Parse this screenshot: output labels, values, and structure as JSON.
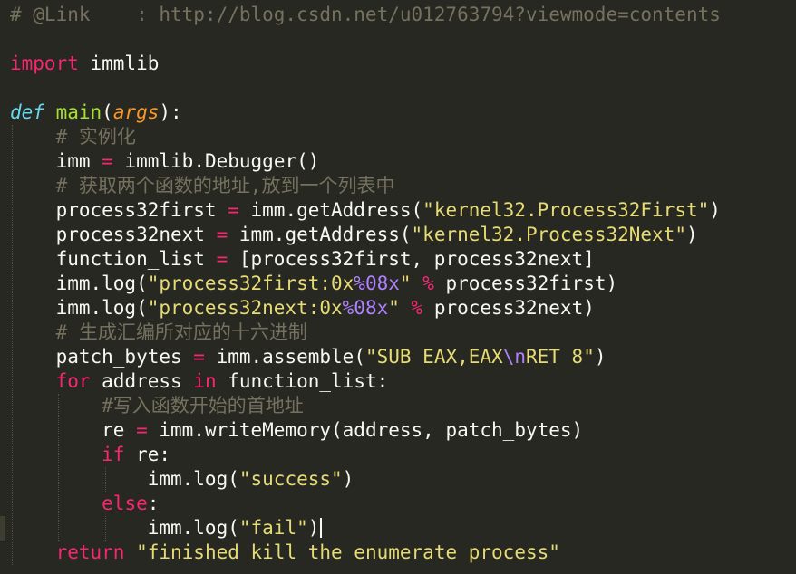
{
  "theme": {
    "background": "#272822",
    "foreground": "#f8f8f2",
    "comment": "#75715e",
    "keyword": "#f92672",
    "string": "#e6db74",
    "function": "#a6e22e",
    "storage": "#66d9ef",
    "param": "#fd971f",
    "constant": "#ae81ff"
  },
  "editor": {
    "lines": [
      [
        {
          "t": "# @Link    : http://blog.csdn.net/u012763794?viewmode=contents",
          "c": "comment"
        }
      ],
      [],
      [
        {
          "t": "import",
          "c": "keyword"
        },
        {
          "t": " immlib",
          "c": "plain"
        }
      ],
      [],
      [
        {
          "t": "def",
          "c": "storage"
        },
        {
          "t": " ",
          "c": "plain"
        },
        {
          "t": "main",
          "c": "function"
        },
        {
          "t": "(",
          "c": "plain"
        },
        {
          "t": "args",
          "c": "param"
        },
        {
          "t": "):",
          "c": "plain"
        }
      ],
      [
        {
          "t": "    # 实例化",
          "c": "comment"
        }
      ],
      [
        {
          "t": "    imm ",
          "c": "plain"
        },
        {
          "t": "=",
          "c": "keyword"
        },
        {
          "t": " immlib.Debugger()",
          "c": "plain"
        }
      ],
      [
        {
          "t": "    # 获取两个函数的地址,放到一个列表中",
          "c": "comment"
        }
      ],
      [
        {
          "t": "    process32first ",
          "c": "plain"
        },
        {
          "t": "=",
          "c": "keyword"
        },
        {
          "t": " imm.getAddress(",
          "c": "plain"
        },
        {
          "t": "\"kernel32.Process32First\"",
          "c": "string"
        },
        {
          "t": ")",
          "c": "plain"
        }
      ],
      [
        {
          "t": "    process32next ",
          "c": "plain"
        },
        {
          "t": "=",
          "c": "keyword"
        },
        {
          "t": " imm.getAddress(",
          "c": "plain"
        },
        {
          "t": "\"kernel32.Process32Next\"",
          "c": "string"
        },
        {
          "t": ")",
          "c": "plain"
        }
      ],
      [
        {
          "t": "    function_list ",
          "c": "plain"
        },
        {
          "t": "=",
          "c": "keyword"
        },
        {
          "t": " [process32first, process32next]",
          "c": "plain"
        }
      ],
      [
        {
          "t": "    imm.log(",
          "c": "plain"
        },
        {
          "t": "\"process32first:0x",
          "c": "string"
        },
        {
          "t": "%08x",
          "c": "constant"
        },
        {
          "t": "\"",
          "c": "string"
        },
        {
          "t": " ",
          "c": "plain"
        },
        {
          "t": "%",
          "c": "keyword"
        },
        {
          "t": " process32first)",
          "c": "plain"
        }
      ],
      [
        {
          "t": "    imm.log(",
          "c": "plain"
        },
        {
          "t": "\"process32next:0x",
          "c": "string"
        },
        {
          "t": "%08x",
          "c": "constant"
        },
        {
          "t": "\"",
          "c": "string"
        },
        {
          "t": " ",
          "c": "plain"
        },
        {
          "t": "%",
          "c": "keyword"
        },
        {
          "t": " process32next)",
          "c": "plain"
        }
      ],
      [
        {
          "t": "    # 生成汇编所对应的十六进制",
          "c": "comment"
        }
      ],
      [
        {
          "t": "    patch_bytes ",
          "c": "plain"
        },
        {
          "t": "=",
          "c": "keyword"
        },
        {
          "t": " imm.assemble(",
          "c": "plain"
        },
        {
          "t": "\"SUB EAX,EAX",
          "c": "string"
        },
        {
          "t": "\\n",
          "c": "constant"
        },
        {
          "t": "RET 8\"",
          "c": "string"
        },
        {
          "t": ")",
          "c": "plain"
        }
      ],
      [
        {
          "t": "    ",
          "c": "plain"
        },
        {
          "t": "for",
          "c": "keyword"
        },
        {
          "t": " address ",
          "c": "plain"
        },
        {
          "t": "in",
          "c": "keyword"
        },
        {
          "t": " function_list:",
          "c": "plain"
        }
      ],
      [
        {
          "t": "        #写入函数开始的首地址",
          "c": "comment"
        }
      ],
      [
        {
          "t": "        re ",
          "c": "plain"
        },
        {
          "t": "=",
          "c": "keyword"
        },
        {
          "t": " imm.writeMemory(address, patch_bytes)",
          "c": "plain"
        }
      ],
      [
        {
          "t": "        ",
          "c": "plain"
        },
        {
          "t": "if",
          "c": "keyword"
        },
        {
          "t": " re:",
          "c": "plain"
        }
      ],
      [
        {
          "t": "            imm.log(",
          "c": "plain"
        },
        {
          "t": "\"success\"",
          "c": "string"
        },
        {
          "t": ")",
          "c": "plain"
        }
      ],
      [
        {
          "t": "        ",
          "c": "plain"
        },
        {
          "t": "else",
          "c": "keyword"
        },
        {
          "t": ":",
          "c": "plain"
        }
      ],
      [
        {
          "t": "            imm.log(",
          "c": "plain"
        },
        {
          "t": "\"fail\"",
          "c": "string"
        },
        {
          "t": ")",
          "c": "plain"
        }
      ],
      [
        {
          "t": "    ",
          "c": "plain"
        },
        {
          "t": "return",
          "c": "keyword"
        },
        {
          "t": " ",
          "c": "plain"
        },
        {
          "t": "\"finished kill the enumerate process\"",
          "c": "string"
        }
      ]
    ],
    "cursor_line": 21
  }
}
